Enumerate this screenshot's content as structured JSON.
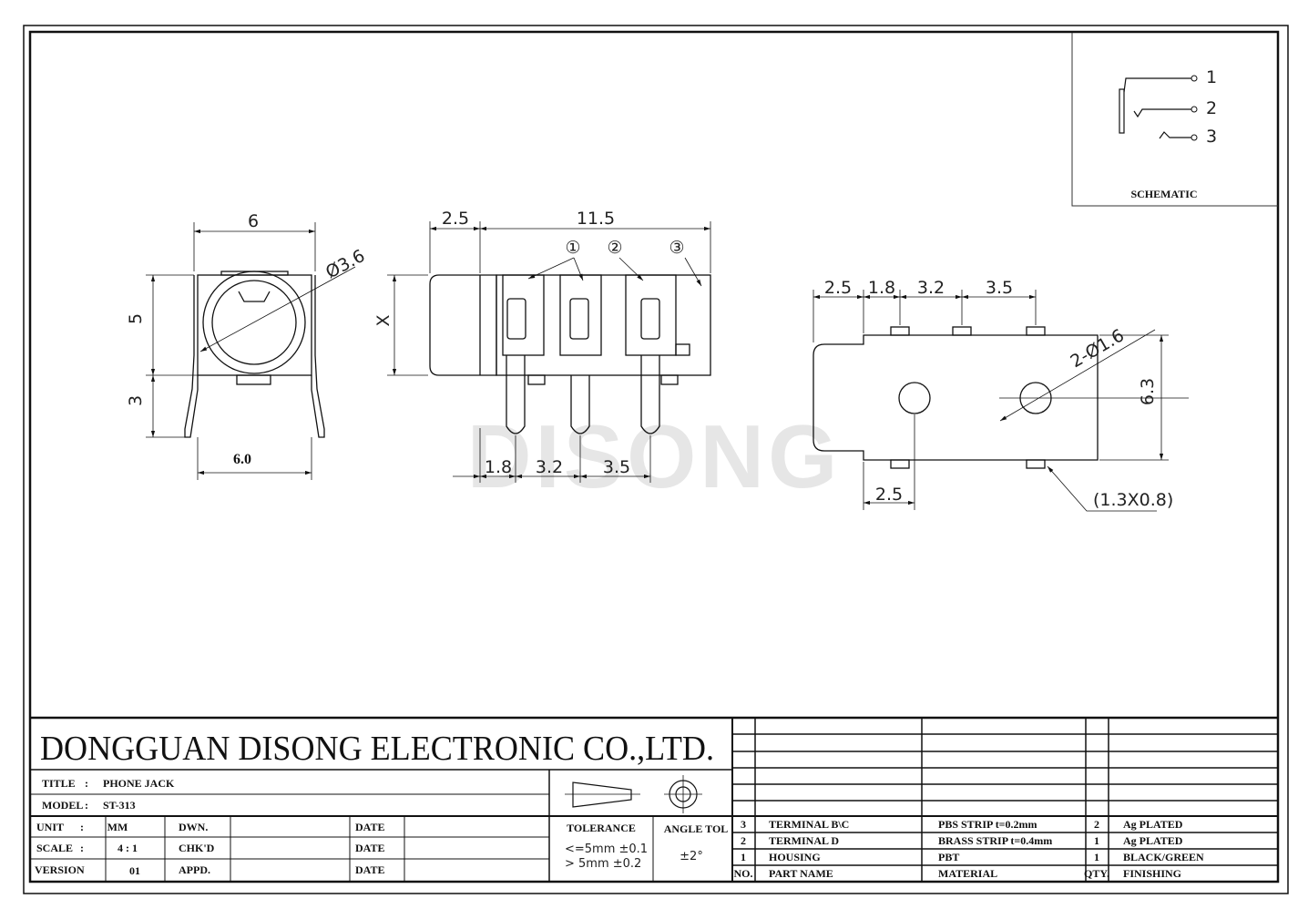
{
  "schematic": {
    "label": "SCHEMATIC",
    "pins": [
      "1",
      "2",
      "3"
    ]
  },
  "front_view": {
    "top_width": "6",
    "diameter": "Ø3.6",
    "height_body": "5",
    "height_leg": "3",
    "bottom_width": "6.0"
  },
  "side_view": {
    "offset": "2.5",
    "length": "11.5",
    "height": "X",
    "markers": [
      "①",
      "②",
      "③"
    ],
    "pitch_1": "1.8",
    "pitch_2": "3.2",
    "pitch_3": "3.5"
  },
  "top_view": {
    "dim_1": "2.5",
    "dim_2": "1.8",
    "dim_3": "3.2",
    "dim_4": "3.5",
    "hole": "2-Ø1.6",
    "height": "6.3",
    "bottom_offset": "2.5",
    "pad": "(1.3X0.8)"
  },
  "watermark": "DISONG",
  "title_block": {
    "company": "DONGGUAN  DISONG  ELECTRONIC  CO.,LTD.",
    "title_label": "TITLE",
    "title_value": "PHONE JACK",
    "model_label": "MODEL",
    "model_value": "ST-313",
    "unit_label": "UNIT",
    "unit_value": "MM",
    "scale_label": "SCALE",
    "scale_value": "4 : 1",
    "version_label": "VERSION",
    "version_value": "01",
    "dwn": "DWN.",
    "chkd": "CHK'D",
    "appd": "APPD.",
    "date": "DATE",
    "tolerance_label": "TOLERANCE",
    "tolerance_1": "<=5mm  ±0.1",
    "tolerance_2": ">  5mm  ±0.2",
    "angle_label": "ANGLE TOL",
    "angle_value": "±2°"
  },
  "bom": {
    "header": {
      "no": "NO.",
      "name": "PART  NAME",
      "material": "MATERIAL",
      "qty": "QTY.",
      "finish": "FINISHING"
    },
    "rows": [
      {
        "no": "3",
        "name": "TERMINAL B\\C",
        "material": "PBS STRIP   t=0.2mm",
        "qty": "2",
        "finish": "Ag PLATED"
      },
      {
        "no": "2",
        "name": "TERMINAL D",
        "material": "BRASS STRIP   t=0.4mm",
        "qty": "1",
        "finish": "Ag PLATED"
      },
      {
        "no": "1",
        "name": "HOUSING",
        "material": "PBT",
        "qty": "1",
        "finish": "BLACK/GREEN"
      }
    ]
  }
}
